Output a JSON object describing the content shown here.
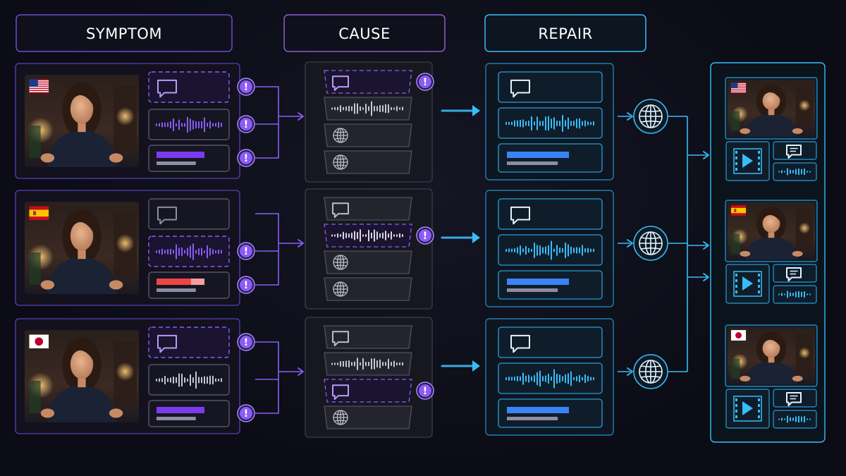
{
  "headers": {
    "symptom": "SYMPTOM",
    "cause": "CAUSE",
    "repair": "REPAIR"
  },
  "languages": [
    "us",
    "es",
    "jp"
  ],
  "alert_glyph": "!",
  "colors": {
    "purple": "#8b5cf6",
    "purple_bright": "#a78bfa",
    "blue": "#38bdf8",
    "blue_bar": "#3b82f6",
    "red_bar": "#ef4444",
    "panel_border": "#3a3a4a"
  },
  "icons": [
    "chat-bubble-icon",
    "waveform-icon",
    "subtitle-bar-icon",
    "globe-icon",
    "alert-icon",
    "video-player-icon",
    "flag-icon",
    "arrow-icon"
  ]
}
